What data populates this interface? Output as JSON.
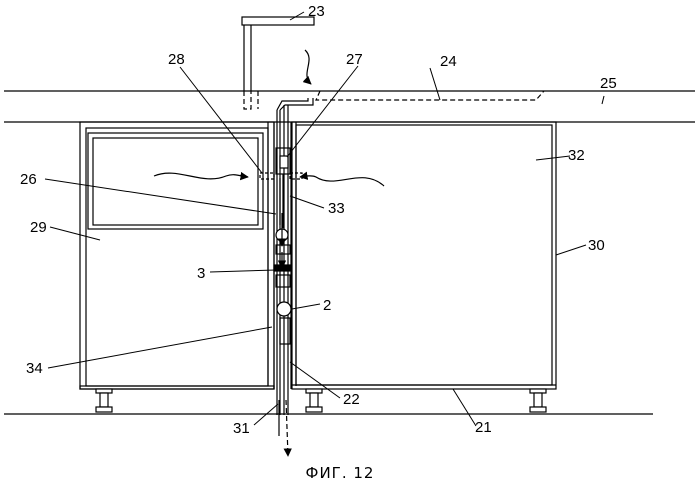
{
  "figure": {
    "caption": "ФИГ. 12",
    "labels": {
      "l23": "23",
      "l24": "24",
      "l25": "25",
      "l27": "27",
      "l28": "28",
      "l26": "26",
      "l32": "32",
      "l33": "33",
      "l29": "29",
      "l30": "30",
      "l3": "3",
      "l2": "2",
      "l34": "34",
      "l22": "22",
      "l31": "31",
      "l21": "21"
    }
  }
}
